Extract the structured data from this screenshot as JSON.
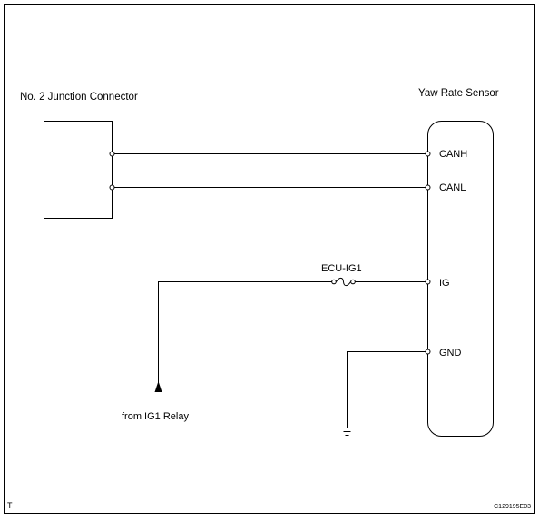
{
  "components": {
    "junction_connector": {
      "label": "No. 2 Junction Connector"
    },
    "yaw_rate_sensor": {
      "label": "Yaw Rate Sensor"
    },
    "fuse": {
      "label": "ECU-IG1"
    },
    "source": {
      "label": "from IG1 Relay"
    }
  },
  "terminals": {
    "canh": "CANH",
    "canl": "CANL",
    "ig": "IG",
    "gnd": "GND"
  },
  "footer": {
    "corner_mark": "T",
    "figure_code": "C129195E03"
  },
  "colors": {
    "line": "#000000",
    "background": "#ffffff"
  }
}
